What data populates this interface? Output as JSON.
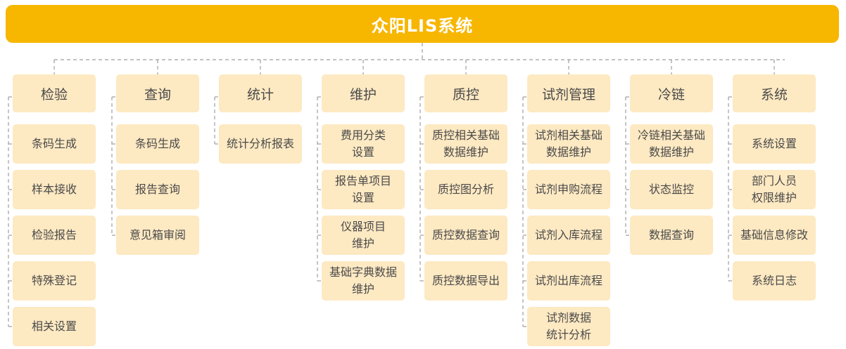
{
  "title": "众阳LIS系统",
  "colors": {
    "accent": "#f7b600",
    "box": "#fde9c2",
    "text": "#4a4a4a",
    "connector": "#9e9e9e"
  },
  "modules": [
    {
      "name": "检验",
      "items": [
        "条码生成",
        "样本接收",
        "检验报告",
        "特殊登记",
        "相关设置"
      ]
    },
    {
      "name": "查询",
      "items": [
        "条码生成",
        "报告查询",
        "意见箱审阅"
      ]
    },
    {
      "name": "统计",
      "items": [
        "统计分析报表"
      ]
    },
    {
      "name": "维护",
      "items": [
        "费用分类\n设置",
        "报告单项目\n设置",
        "仪器项目\n维护",
        "基础字典数据\n维护"
      ]
    },
    {
      "name": "质控",
      "items": [
        "质控相关基础\n数据维护",
        "质控图分析",
        "质控数据查询",
        "质控数据导出"
      ]
    },
    {
      "name": "试剂管理",
      "items": [
        "试剂相关基础\n数据维护",
        "试剂申购流程",
        "试剂入库流程",
        "试剂出库流程",
        "试剂数据\n统计分析"
      ]
    },
    {
      "name": "冷链",
      "items": [
        "冷链相关基础\n数据维护",
        "状态监控",
        "数据查询"
      ]
    },
    {
      "name": "系统",
      "items": [
        "系统设置",
        "部门人员\n权限维护",
        "基础信息修改",
        "系统日志"
      ]
    }
  ]
}
